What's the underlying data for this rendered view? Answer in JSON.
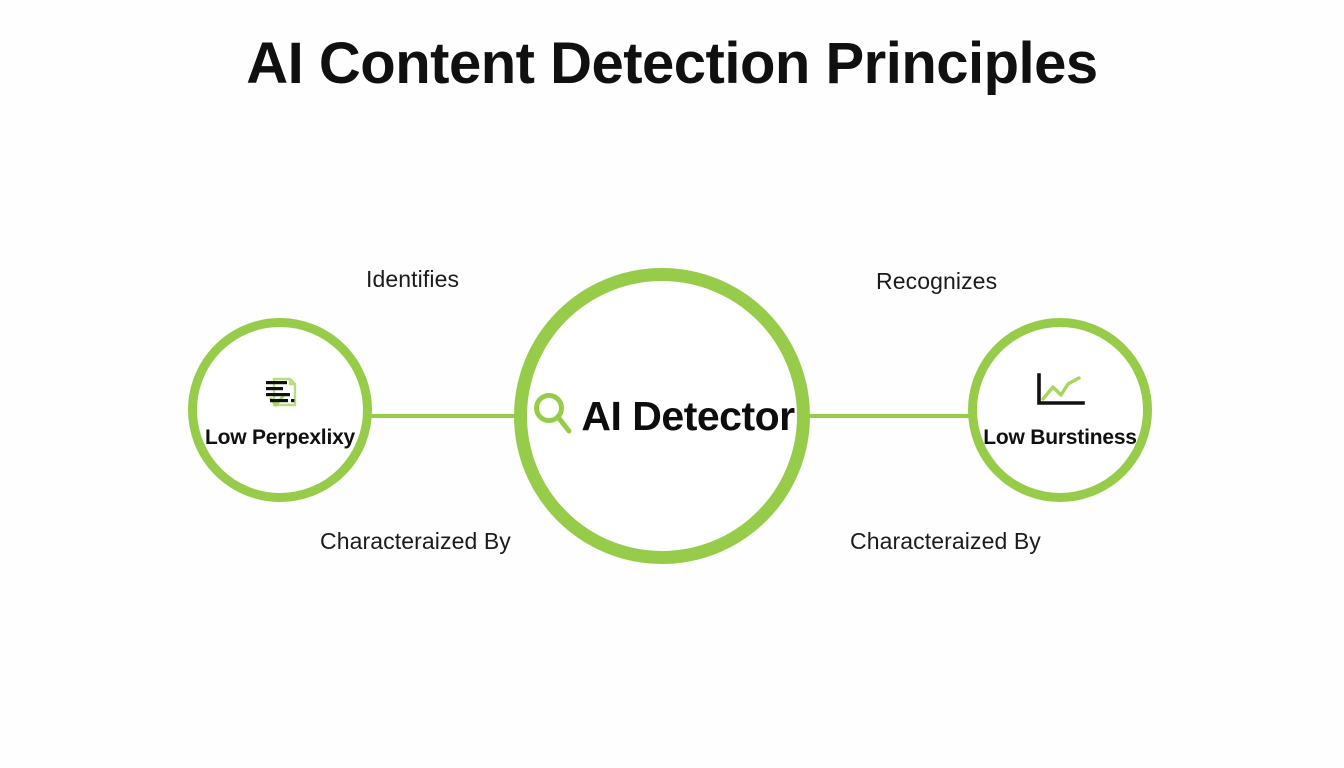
{
  "page": {
    "title": "AI Content Detection Principles",
    "background_color": "#fefefe",
    "accent_color": "#97cc4a",
    "text_color": "#101010"
  },
  "diagram": {
    "type": "hub-and-spoke",
    "center_node": {
      "label": "AI Detector",
      "icon": "magnifying-glass-icon",
      "icon_color": "#97cc4a",
      "ring_color": "#97cc4a"
    },
    "nodes": [
      {
        "id": "low-perplexity",
        "label": "Low Perpexlixy",
        "icon": "document-text-lines-icon",
        "position": "left",
        "ring_color": "#97cc4a",
        "edge_label_top": "Identifies",
        "edge_label_bottom": "Characteraized By"
      },
      {
        "id": "low-burstiness",
        "label": "Low Burstiness",
        "icon": "line-chart-icon",
        "position": "right",
        "ring_color": "#97cc4a",
        "edge_label_top": "Recognizes",
        "edge_label_bottom": "Characteraized By"
      }
    ]
  }
}
